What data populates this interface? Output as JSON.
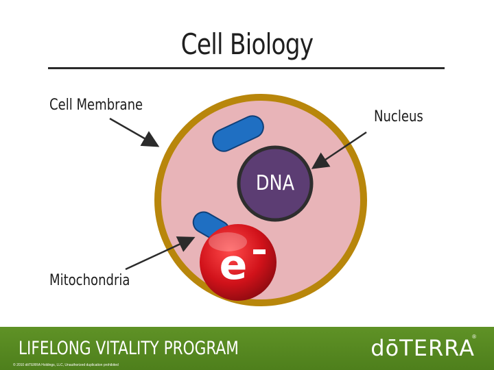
{
  "title": "Cell Biology",
  "labels": {
    "cell_membrane": "Cell Membrane",
    "nucleus": "Nucleus",
    "mitochondria": "Mitochondria",
    "dna": "DNA"
  },
  "electron_symbol": "e",
  "footer": {
    "program": "LIFELONG VITALITY PROGRAM",
    "brand": "dōTERRA",
    "brand_mark": "®",
    "copyright": "© 2010 dōTERRA Holdings, LLC, Unauthorized duplication prohibited"
  },
  "colors": {
    "membrane": "#b8860b",
    "cytoplasm": "#e8b4b8",
    "nucleus": "#5c3d73",
    "mitochondria": "#1f6fc2",
    "electron_ball": "#d1121a",
    "footer": "#5a8c24"
  }
}
